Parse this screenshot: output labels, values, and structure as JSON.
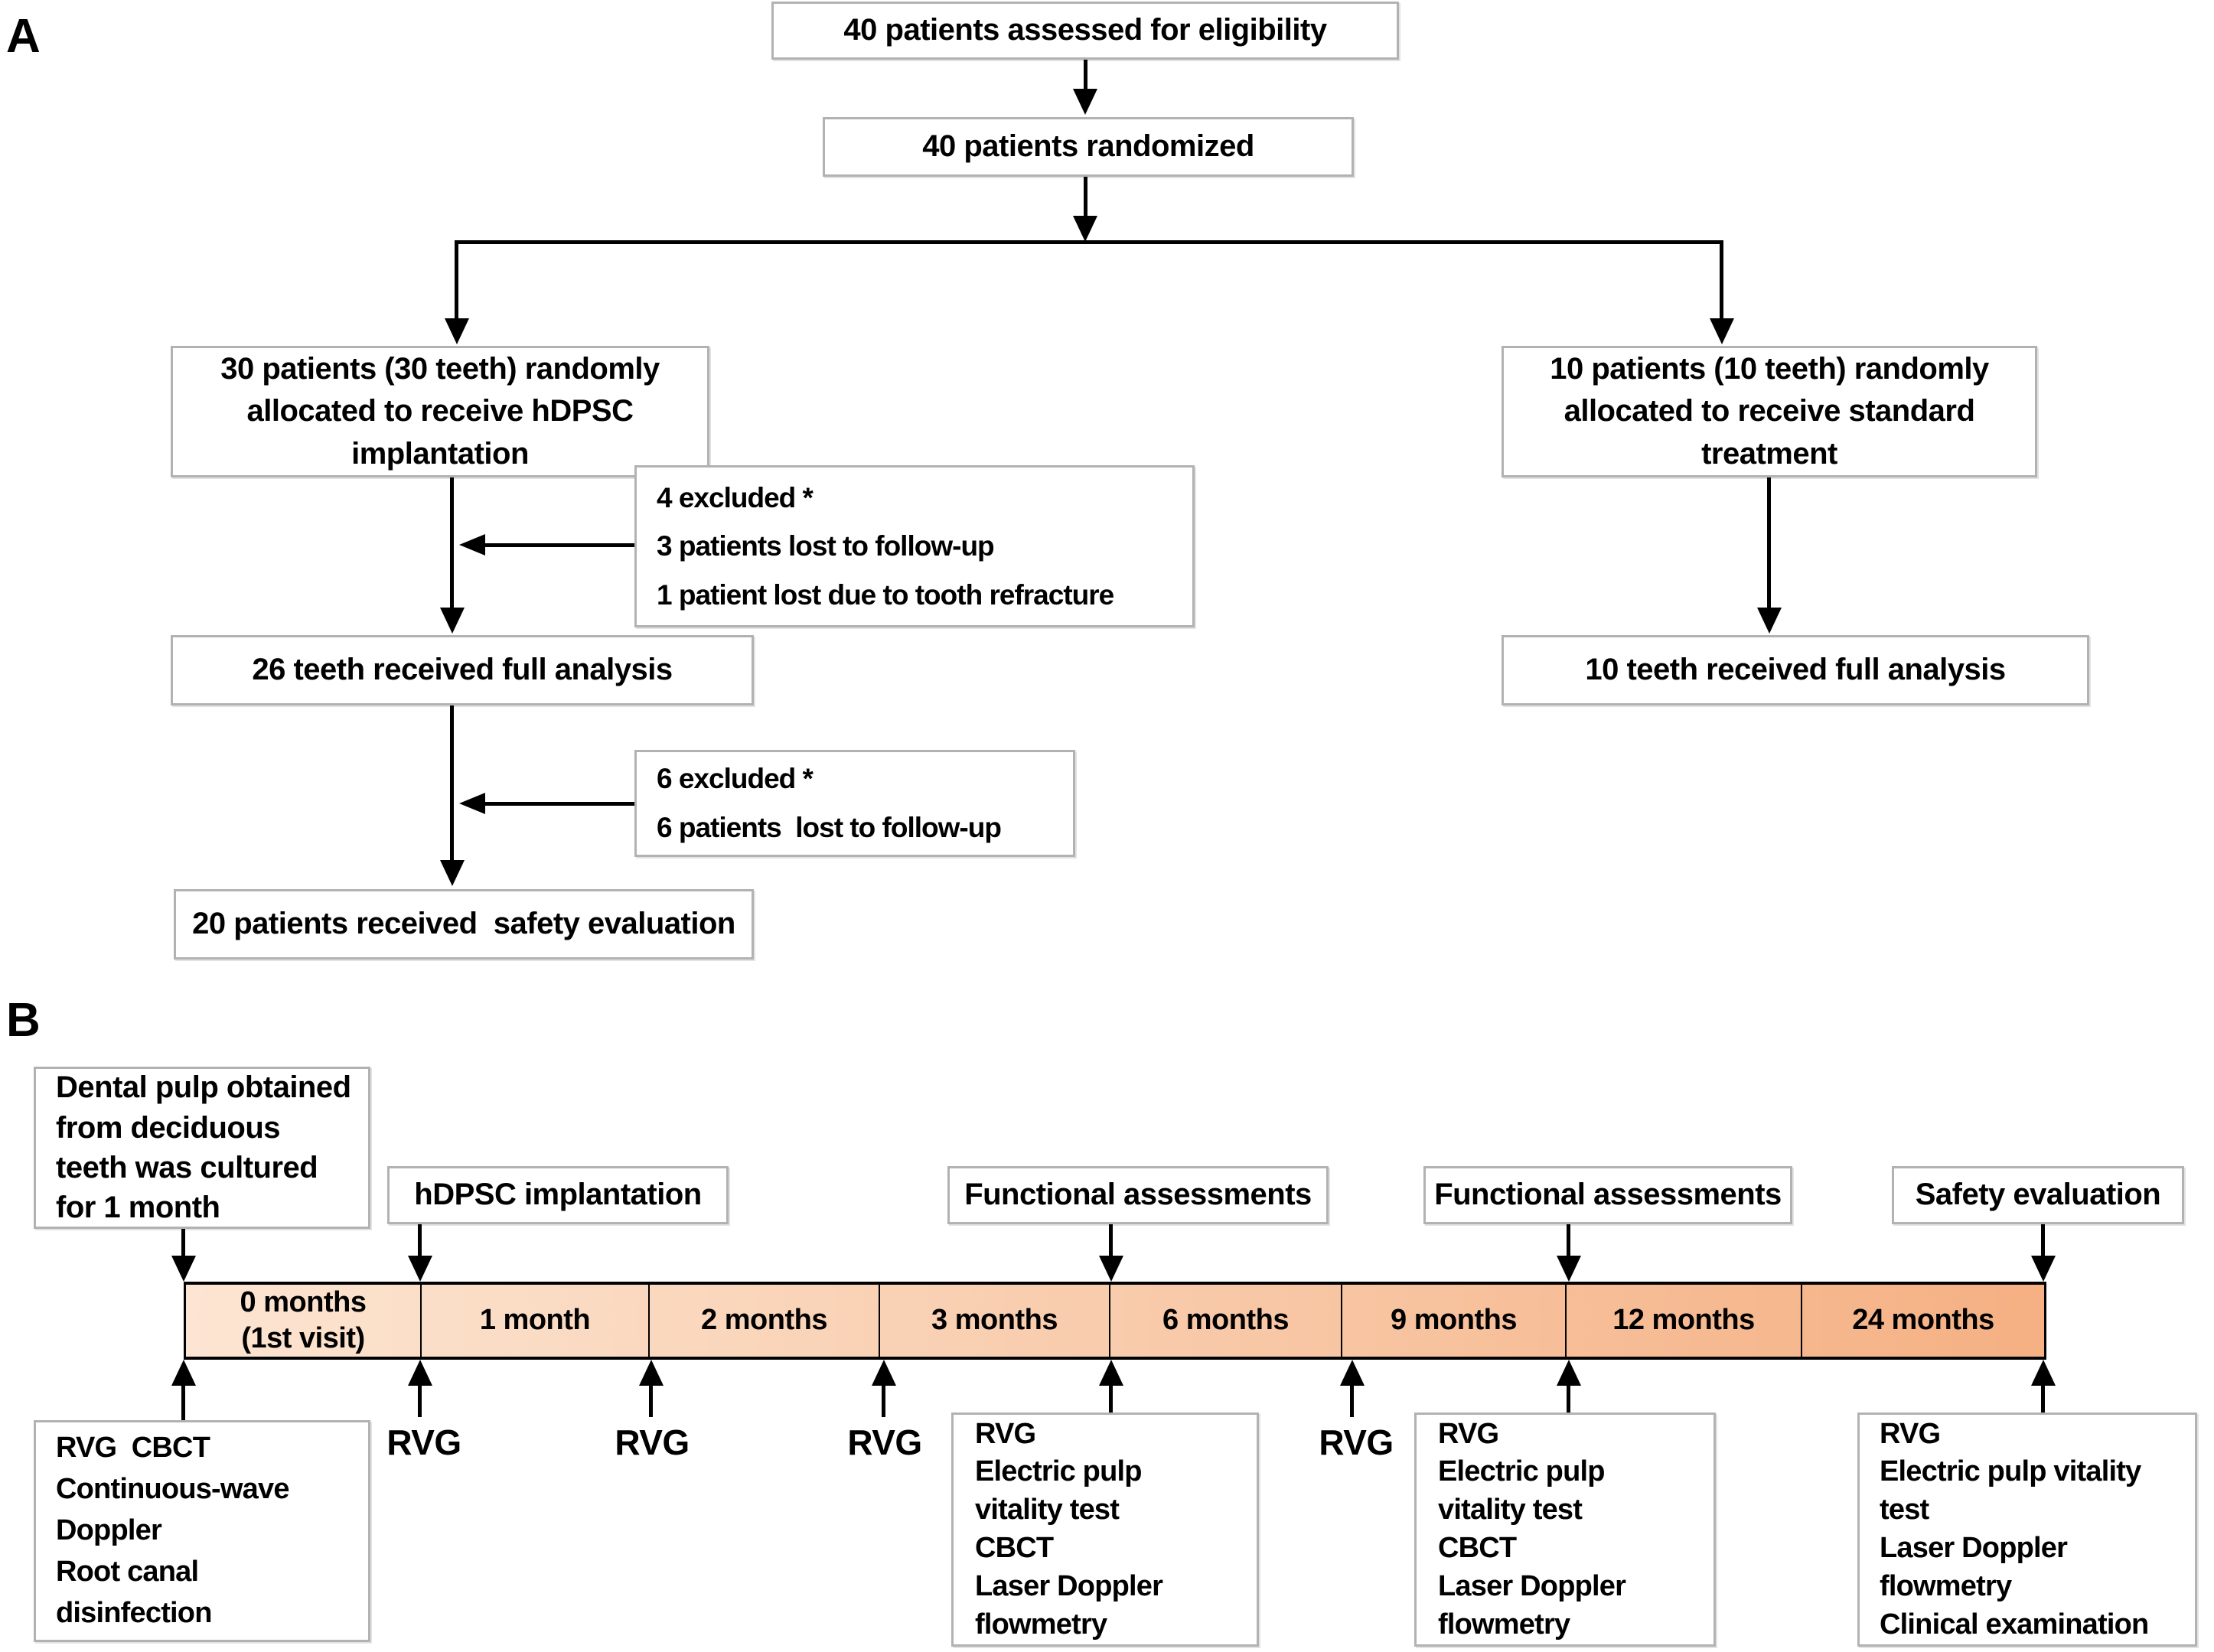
{
  "figure": {
    "panel_a_label": "A",
    "panel_b_label": "B"
  },
  "colors": {
    "box_border": "#b2b2b2",
    "arrow": "#000000",
    "bar_border": "#000000",
    "bar_gradient_left": "#fce5d2",
    "bar_gradient_mid": "#f8c9a8",
    "bar_gradient_right": "#f5b083"
  },
  "panel_a": {
    "eligibility": "40 patients assessed for eligibility",
    "randomized": "40 patients randomized",
    "alloc_hdpsc": [
      "30 patients (30 teeth) randomly",
      "allocated to receive hDPSC",
      "implantation"
    ],
    "alloc_standard": [
      "10 patients (10 teeth) randomly",
      "allocated to receive standard",
      "treatment"
    ],
    "excluded4": [
      "4 excluded *",
      "3 patients lost to follow-up",
      "1 patient lost due to tooth refracture"
    ],
    "full26": "26 teeth received full analysis",
    "full10": "10 teeth received full analysis",
    "excluded6": [
      "6 excluded *",
      "6 patients  lost to follow-up"
    ],
    "safety20": "20 patients received  safety evaluation"
  },
  "panel_b": {
    "dental": [
      "Dental pulp obtained",
      "from deciduous",
      "teeth was cultured",
      "for 1 month"
    ],
    "hdpsc_implantation": "hDPSC implantation",
    "functional1": "Functional assessments",
    "functional2": "Functional assessments",
    "safety_evaluation": "Safety evaluation",
    "segments": [
      [
        "0 months",
        "(1st visit)"
      ],
      [
        "1 month"
      ],
      [
        "2 months"
      ],
      [
        "3 months"
      ],
      [
        "6 months"
      ],
      [
        "9 months"
      ],
      [
        "12 months"
      ],
      [
        "24 months"
      ]
    ],
    "rvg_labels": [
      "RVG",
      "RVG",
      "RVG",
      "RVG"
    ],
    "box_baseline": [
      "RVG  CBCT",
      "Continuous-wave",
      "Doppler",
      "Root canal",
      "disinfection"
    ],
    "box_month6": [
      "RVG",
      "Electric pulp",
      "vitality test",
      "CBCT",
      "Laser Doppler",
      "flowmetry"
    ],
    "box_month12": [
      "RVG",
      "Electric pulp",
      "vitality test",
      "CBCT",
      "Laser Doppler",
      "flowmetry"
    ],
    "box_month24": [
      "RVG",
      "Electric pulp vitality",
      "test",
      "Laser Doppler",
      "flowmetry",
      "Clinical examination"
    ]
  }
}
